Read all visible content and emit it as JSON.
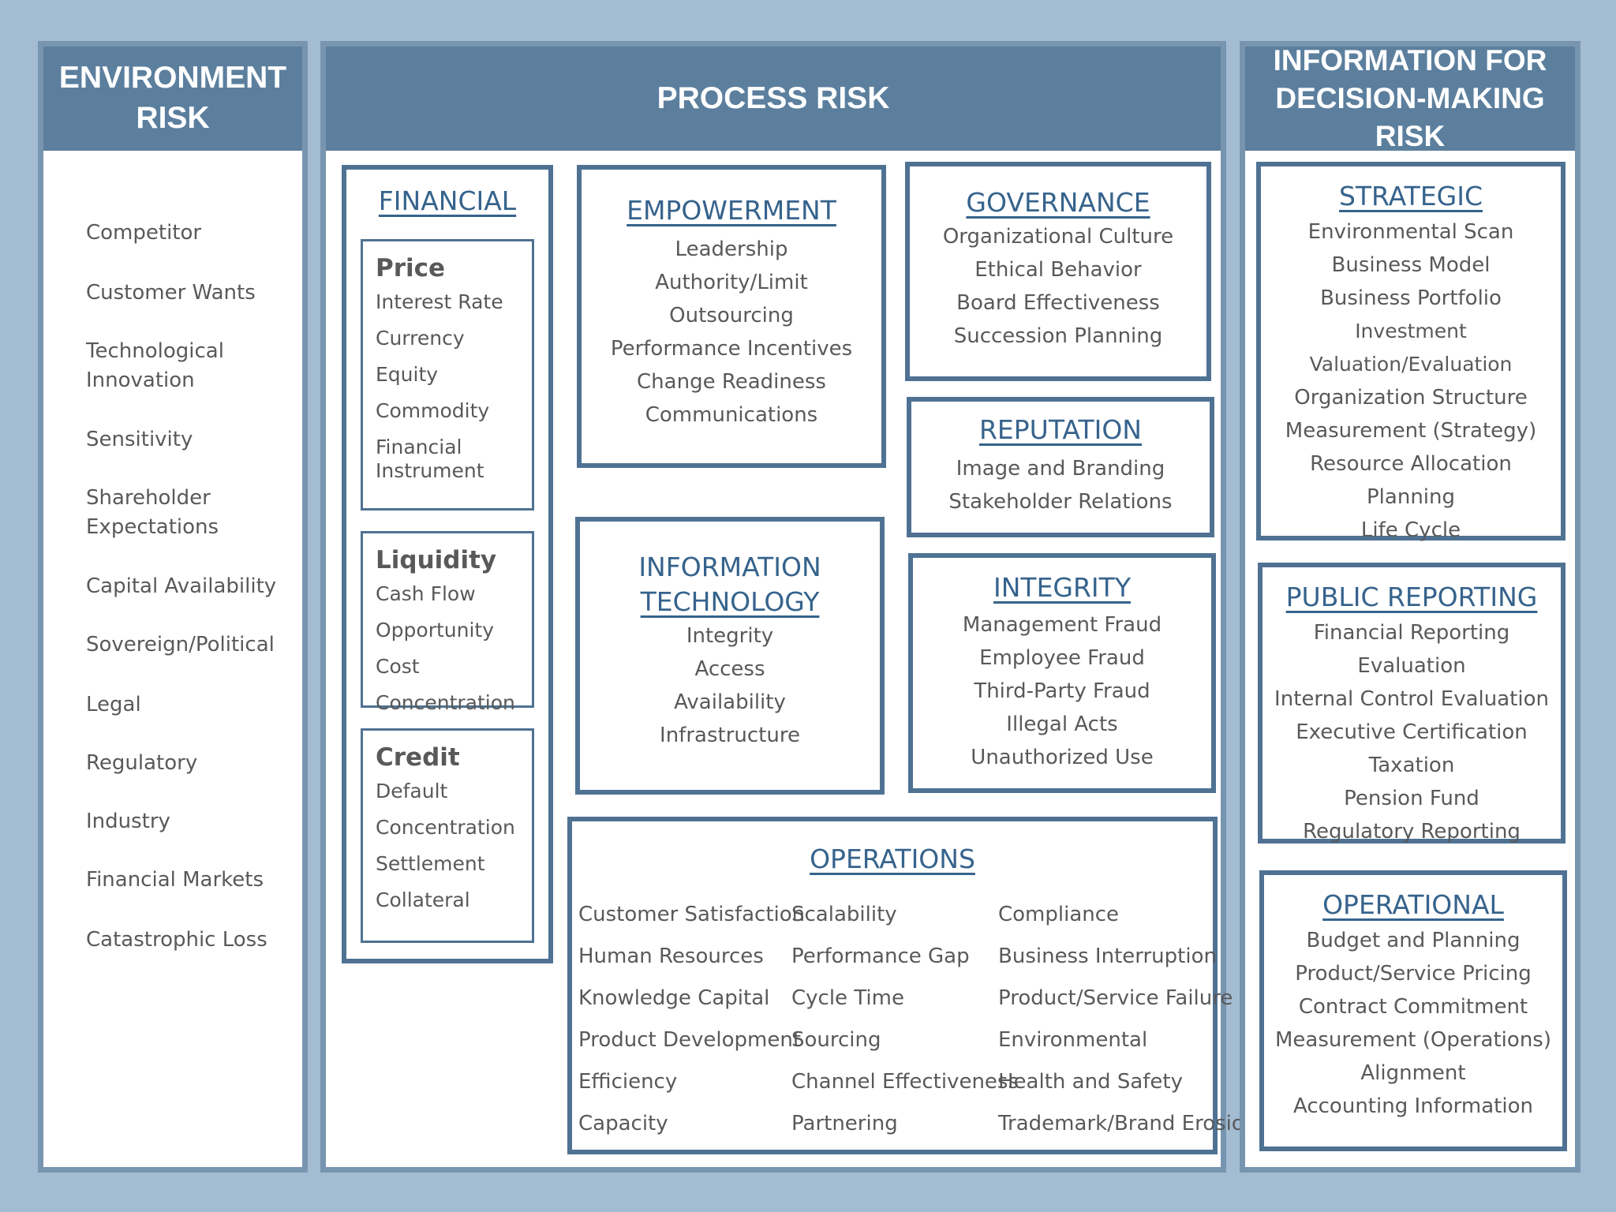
{
  "environment": {
    "title": "ENVIRONMENT\nRISK",
    "items": [
      "Competitor",
      "Customer Wants",
      "Technological\nInnovation",
      "Sensitivity",
      "Shareholder\nExpectations",
      "Capital Availability",
      "Sovereign/Political",
      "Legal",
      "Regulatory",
      "Industry",
      "Financial Markets",
      "Catastrophic Loss"
    ]
  },
  "process": {
    "title": "PROCESS RISK",
    "financial": {
      "title": "FINANCIAL",
      "price": {
        "title": "Price",
        "items": [
          "Interest Rate",
          "Currency",
          "Equity",
          "Commodity",
          "Financial\nInstrument"
        ]
      },
      "liquidity": {
        "title": "Liquidity",
        "items": [
          "Cash Flow",
          "Opportunity Cost",
          "Concentration"
        ]
      },
      "credit": {
        "title": "Credit",
        "items": [
          "Default",
          "Concentration",
          "Settlement",
          "Collateral"
        ]
      }
    },
    "empowerment": {
      "title": "EMPOWERMENT",
      "items": [
        "Leadership",
        "Authority/Limit",
        "Outsourcing",
        "Performance Incentives",
        "Change Readiness",
        "Communications"
      ]
    },
    "governance": {
      "title": "GOVERNANCE",
      "items": [
        "Organizational Culture",
        "Ethical Behavior",
        "Board Effectiveness",
        "Succession Planning"
      ]
    },
    "reputation": {
      "title": "REPUTATION",
      "items": [
        "Image and Branding",
        "Stakeholder Relations"
      ]
    },
    "it": {
      "title_line1": "INFORMATION",
      "title_line2": "TECHNOLOGY",
      "items": [
        "Integrity",
        "Access",
        "Availability",
        "Infrastructure"
      ]
    },
    "integrity": {
      "title": "INTEGRITY",
      "items": [
        "Management Fraud",
        "Employee Fraud",
        "Third-Party Fraud",
        "Illegal Acts",
        "Unauthorized Use"
      ]
    },
    "operations": {
      "title": "OPERATIONS",
      "col1": [
        "Customer Satisfaction",
        "Human Resources",
        "Knowledge Capital",
        "Product Development",
        "Efficiency",
        "Capacity"
      ],
      "col2": [
        "Scalability",
        "Performance Gap",
        "Cycle Time",
        "Sourcing",
        "Channel Effectiveness",
        "Partnering"
      ],
      "col3": [
        "Compliance",
        "Business Interruption",
        "Product/Service Failure",
        "Environmental",
        "Health and Safety",
        "Trademark/Brand Erosion"
      ]
    }
  },
  "information": {
    "title": "INFORMATION FOR\nDECISION-MAKING RISK",
    "strategic": {
      "title": "STRATEGIC",
      "items": [
        "Environmental Scan",
        "Business Model",
        "Business Portfolio",
        "Investment Valuation/Evaluation",
        "Organization Structure",
        "Measurement (Strategy)",
        "Resource Allocation",
        "Planning",
        "Life Cycle"
      ]
    },
    "public_reporting": {
      "title": "PUBLIC REPORTING",
      "items": [
        "Financial Reporting Evaluation",
        "Internal Control Evaluation",
        "Executive Certification",
        "Taxation",
        "Pension Fund",
        "Regulatory Reporting"
      ]
    },
    "operational": {
      "title": "OPERATIONAL",
      "items": [
        "Budget and Planning",
        "Product/Service Pricing",
        "Contract Commitment",
        "Measurement (Operations)",
        "Alignment",
        "Accounting Information"
      ]
    }
  }
}
